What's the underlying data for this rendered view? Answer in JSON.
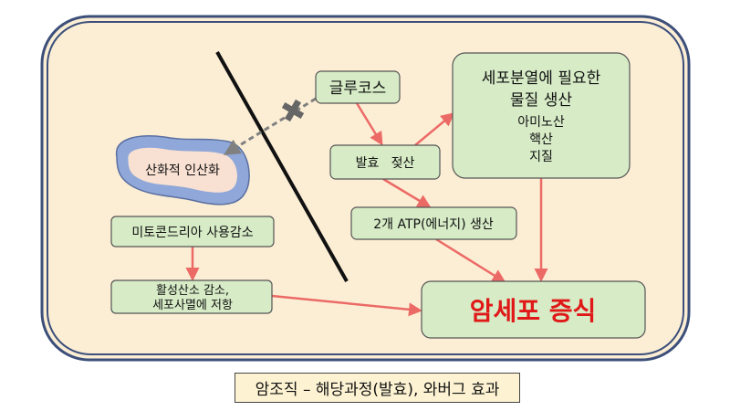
{
  "nodes": {
    "glucose": "글루코스",
    "fermentation": "발효   젖산",
    "materials_title_1": "세포분열에 필요한",
    "materials_title_2": "물질 생산",
    "materials_items": [
      "아미노산",
      "핵산",
      "지질"
    ],
    "atp": "2개 ATP(에너지) 생산",
    "oxidation": "산화적 인산화",
    "mito": "미토콘드리아 사용감소",
    "ros_line1": "활성산소 감소,",
    "ros_line2": "세포사멸에 저항",
    "proliferation": "암세포 증식"
  },
  "caption": "암조직 – 해당과정(발효), 와버그 효과",
  "colors": {
    "cell_fill": "#fceed5",
    "cell_border": "#3b4f7a",
    "box_fill": "#d6ebc6",
    "box_border": "#555555",
    "arrow": "#ec6a66",
    "proliferation_text": "#e01818",
    "mito_outer": "#8fa8d9",
    "mito_inner": "#f8e0d2",
    "membrane": "#111111",
    "dashed_arrow": "#808080"
  },
  "icons": {
    "block": "x-mark-icon"
  }
}
